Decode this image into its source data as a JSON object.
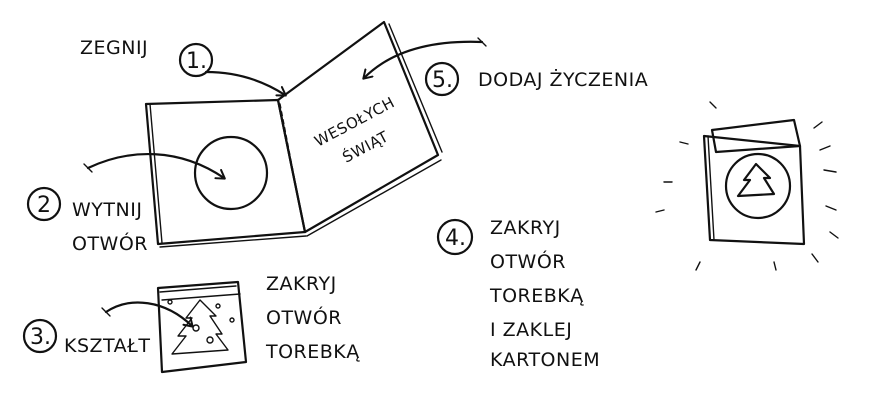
{
  "steps": [
    {
      "number": "1.",
      "lines": [
        "ZEGNIJ"
      ]
    },
    {
      "number": "2",
      "lines": [
        "WYTNIJ",
        "OTWÓR"
      ]
    },
    {
      "number": "3.",
      "lines": [
        "KSZTAŁT"
      ]
    },
    {
      "number": "4.",
      "lines": [
        "ZAKRYJ",
        "OTWÓR",
        "TOREBKĄ",
        "I ZAKLEJ",
        "KARTONEM"
      ]
    },
    {
      "number": "5.",
      "lines": [
        "DODAJ ŻYCZENIA"
      ]
    }
  ],
  "step3_extra": [
    "ZAKRYJ",
    "OTWÓR",
    "TOREBKĄ"
  ],
  "card_greeting": [
    "WESOŁYCH",
    "ŚWIĄT"
  ],
  "colors": {
    "ink": "#111111",
    "background": "#ffffff"
  }
}
